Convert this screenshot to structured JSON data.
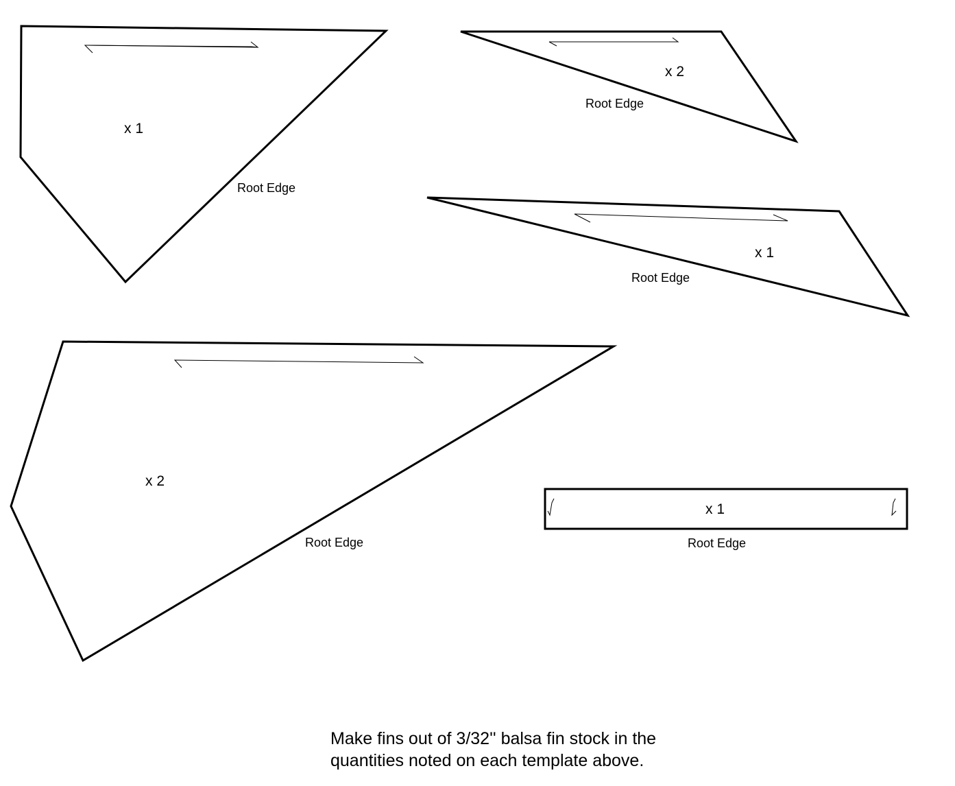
{
  "templates": [
    {
      "quantity": "x 1",
      "edge_label": "Root Edge"
    },
    {
      "quantity": "x 2",
      "edge_label": "Root Edge"
    },
    {
      "quantity": "x 1",
      "edge_label": "Root Edge"
    },
    {
      "quantity": "x 2",
      "edge_label": "Root Edge"
    },
    {
      "quantity": "x 1",
      "edge_label": "Root Edge"
    }
  ],
  "instructions": {
    "line1": "Make fins out of 3/32'' balsa fin stock in the",
    "line2": "quantities noted on each template above."
  }
}
